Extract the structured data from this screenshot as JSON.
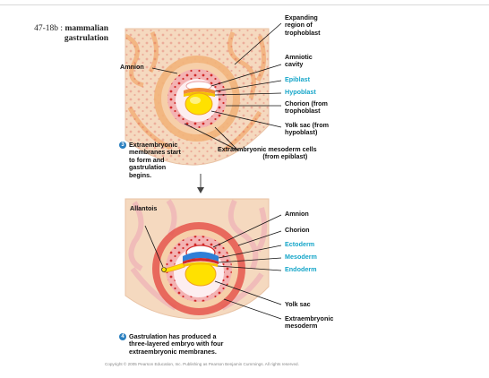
{
  "slide": {
    "number": "47-18b :",
    "title_line1": "mammalian",
    "title_line2": "gastrulation"
  },
  "top_labels": {
    "expanding": [
      "Expanding",
      "region of",
      "trophoblast"
    ],
    "amnion": "Amnion",
    "amniotic": [
      "Amniotic",
      "cavity"
    ],
    "epiblast": "Epiblast",
    "hypoblast": "Hypoblast",
    "chorion": [
      "Chorion (from",
      "trophoblast"
    ],
    "yolk": [
      "Yolk sac (from",
      "hypoblast)"
    ],
    "meso_cells": [
      "Extraembryonic mesoderm cells",
      "(from epiblast)"
    ]
  },
  "step3": {
    "badge": "3",
    "text": [
      "Extraembryonic",
      "membranes start",
      "to form and",
      "gastrulation",
      "begins."
    ]
  },
  "bottom_labels": {
    "allantois": "Allantois",
    "amnion": "Amnion",
    "chorion": "Chorion",
    "ectoderm": "Ectoderm",
    "mesoderm": "Mesoderm",
    "endoderm": "Endoderm",
    "yolk": "Yolk sac",
    "extra_meso": [
      "Extraembryonic",
      "mesoderm"
    ]
  },
  "step4": {
    "badge": "4",
    "text": [
      "Gastrulation has produced a",
      "three-layered embryo with four",
      "extraembryonic membranes."
    ]
  },
  "copyright": "Copyright © 2005 Pearson Education, Inc. Publishing as Pearson Benjamin Cummings. All rights reserved.",
  "colors": {
    "tissue_light": "#f5d9bf",
    "tissue_orange": "#f2a66b",
    "endometrium_pink": "#f0b8b8",
    "red_dots": "#d22a2a",
    "yolk": "#ffe100",
    "ectoderm": "#2f7fd6",
    "cyan_label": "#16a6c9"
  }
}
